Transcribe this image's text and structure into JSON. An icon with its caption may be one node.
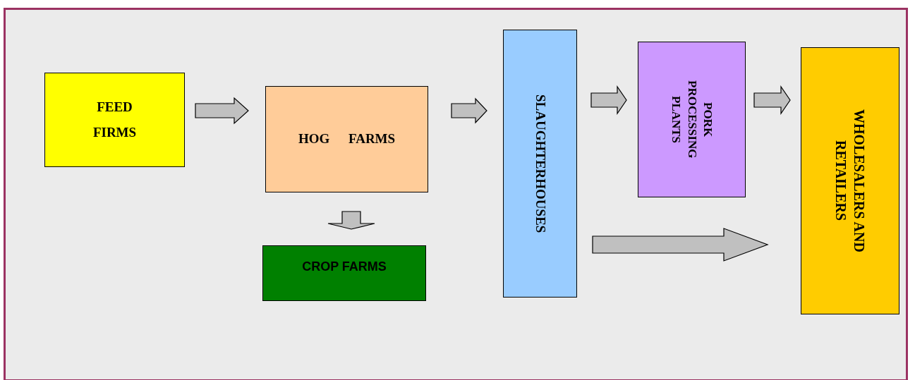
{
  "diagram": {
    "nodes": [
      {
        "text": [
          "FEED FIRMS"
        ]
      },
      {
        "text": [
          "HOG FARMS"
        ]
      },
      {
        "text": [
          "CROP FARMS"
        ]
      },
      {
        "text": [
          "SLAUGHTERHOUSES"
        ]
      },
      {
        "text": [
          "PORK PROCESSING PLANTS"
        ]
      },
      {
        "text": [
          "WHOLESALERS AND RETAILERS"
        ]
      }
    ],
    "edges": [
      {
        "from": 0,
        "to": 1,
        "arrow": "to"
      },
      {
        "from": 1,
        "to": 2,
        "arrow": "to"
      },
      {
        "from": 1,
        "to": 3,
        "arrow": "to"
      },
      {
        "from": 3,
        "to": 4,
        "arrow": "to"
      },
      {
        "from": 4,
        "to": 5,
        "arrow": "to"
      },
      {
        "from": 3,
        "to": 5,
        "arrow": "to"
      }
    ]
  }
}
